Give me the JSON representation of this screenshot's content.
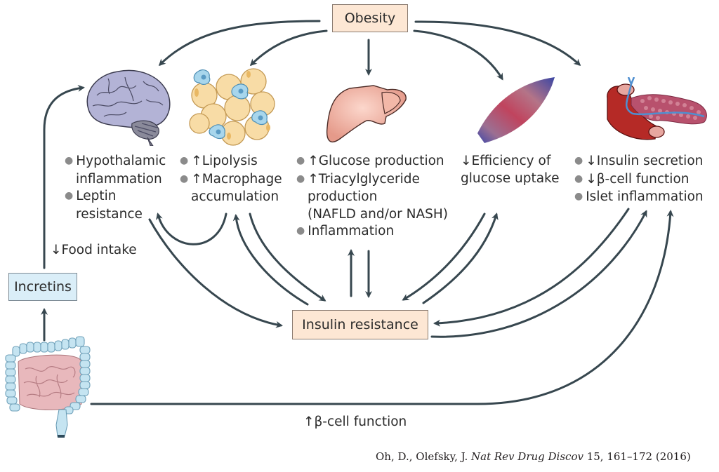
{
  "nodes": {
    "obesity": "Obesity",
    "insulin_resistance": "Insulin resistance",
    "incretins": "Incretins"
  },
  "organs": {
    "brain": {
      "icon": "brain-icon",
      "effects": [
        "Hypothalamic inflammation",
        "Leptin resistance"
      ],
      "lines": [
        {
          "bullet": true,
          "text": "Hypothalamic"
        },
        {
          "bullet": false,
          "text": "inflammation"
        },
        {
          "bullet": true,
          "text": "Leptin"
        },
        {
          "bullet": false,
          "text": "resistance"
        }
      ]
    },
    "adipose": {
      "icon": "adipose-tissue-icon",
      "lines": [
        {
          "bullet": true,
          "text": "↑Lipolysis"
        },
        {
          "bullet": true,
          "text": "↑Macrophage"
        },
        {
          "bullet": false,
          "text": "accumulation"
        }
      ]
    },
    "liver": {
      "icon": "liver-icon",
      "lines": [
        {
          "bullet": true,
          "text": "↑Glucose production"
        },
        {
          "bullet": true,
          "text": "↑Triacylglyceride"
        },
        {
          "bullet": false,
          "text": "production"
        },
        {
          "bullet": false,
          "text": "(NAFLD and/or NASH)"
        },
        {
          "bullet": true,
          "text": "Inflammation"
        }
      ]
    },
    "muscle": {
      "icon": "muscle-icon",
      "lines": [
        {
          "bullet": false,
          "text": "↓Efficiency of"
        },
        {
          "bullet": false,
          "text": "glucose uptake"
        }
      ]
    },
    "pancreas": {
      "icon": "pancreas-icon",
      "lines": [
        {
          "bullet": true,
          "text": "↓Insulin secretion"
        },
        {
          "bullet": true,
          "text": "↓β-cell function"
        },
        {
          "bullet": true,
          "text": "Islet inflammation"
        }
      ]
    },
    "intestine": {
      "icon": "intestine-icon"
    }
  },
  "edge_labels": {
    "food_intake": "↓Food intake",
    "beta_cell": "↑β-cell function"
  },
  "citation": {
    "authors": "Oh, D., Olefsky, J. ",
    "journal": "Nat Rev Drug Discov",
    "details": " 15, 161–172 (2016)"
  },
  "colors": {
    "arrow": "#37474f",
    "box_fill": "#fde7d4",
    "incretin_fill": "#daeef8",
    "text": "#2b2b2b"
  }
}
